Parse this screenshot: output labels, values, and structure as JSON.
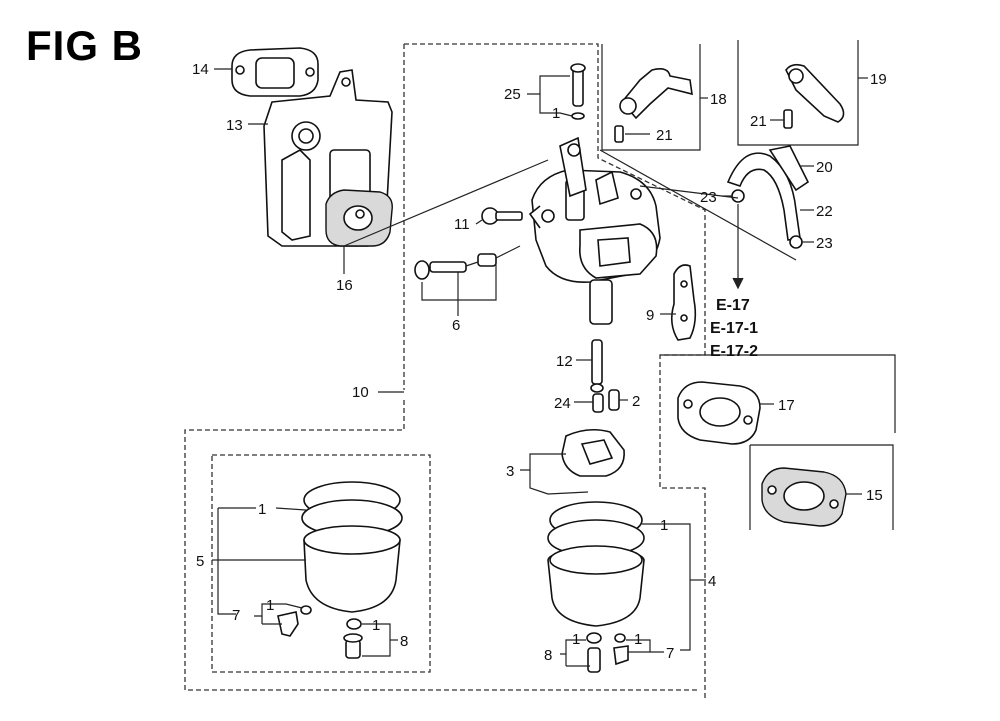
{
  "figure": {
    "title": "FIG B"
  },
  "callouts": {
    "c1": "1",
    "c2": "2",
    "c3": "3",
    "c4": "4",
    "c5": "5",
    "c6": "6",
    "c7": "7",
    "c8": "8",
    "c9": "9",
    "c10": "10",
    "c11": "11",
    "c12": "12",
    "c13": "13",
    "c14": "14",
    "c15": "15",
    "c16": "16",
    "c17": "17",
    "c18": "18",
    "c19": "19",
    "c20": "20",
    "c21": "21",
    "c22": "22",
    "c23": "23",
    "c24": "24",
    "c25": "25"
  },
  "references": [
    "E-17",
    "E-17-1",
    "E-17-2"
  ]
}
